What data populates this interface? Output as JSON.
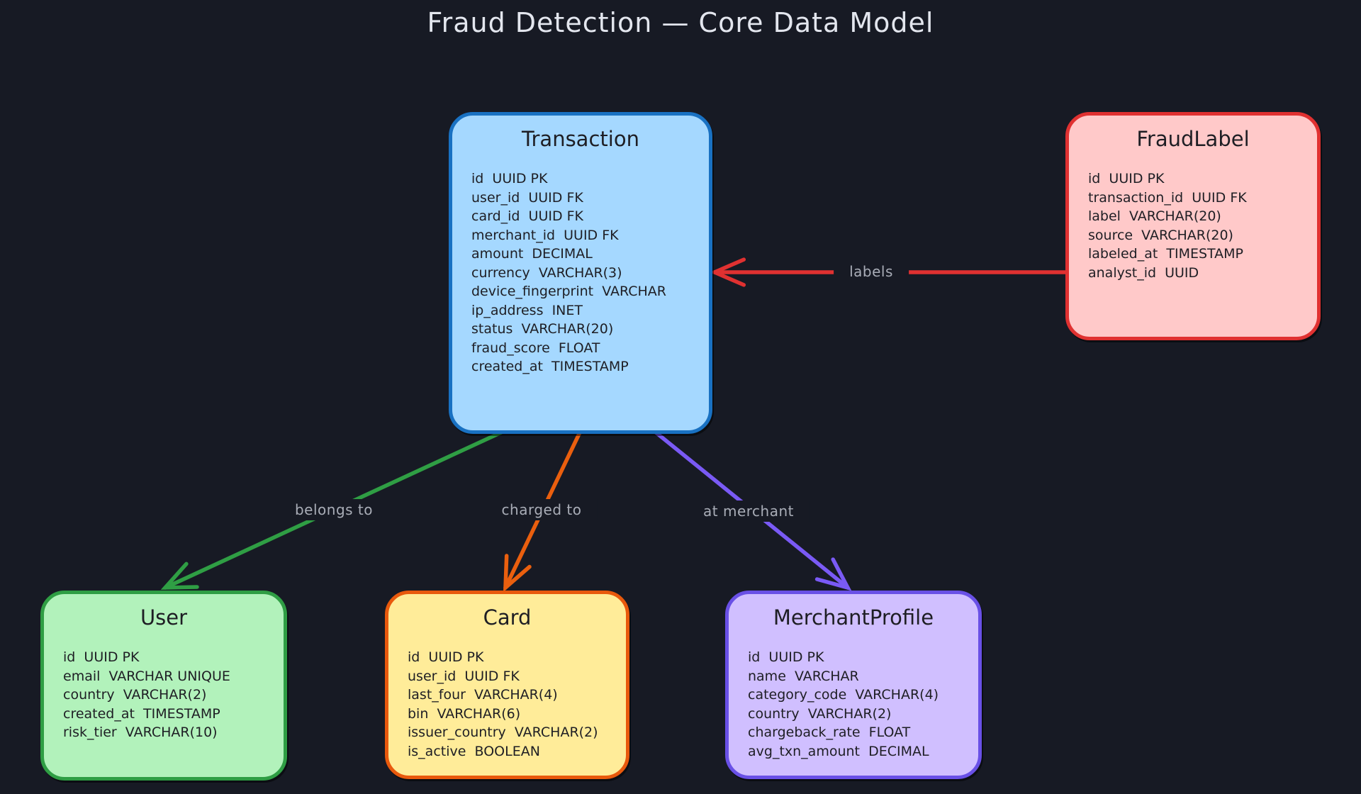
{
  "title": "Fraud Detection — Core Data Model",
  "canvas": {
    "background": "#171a24",
    "title_color": "#e3e6ee",
    "relation_label_color": "#a9adb7",
    "entity_text_color": "#1e1e24"
  },
  "entities": [
    {
      "id": "transaction",
      "name": "Transaction",
      "fill": "#a5d8ff",
      "border": "#1971c2",
      "fields": [
        "id  UUID PK",
        "user_id  UUID FK",
        "card_id  UUID FK",
        "merchant_id  UUID FK",
        "amount  DECIMAL",
        "currency  VARCHAR(3)",
        "device_fingerprint  VARCHAR",
        "ip_address  INET",
        "status  VARCHAR(20)",
        "fraud_score  FLOAT",
        "created_at  TIMESTAMP"
      ]
    },
    {
      "id": "fraud_label",
      "name": "FraudLabel",
      "fill": "#ffc9c9",
      "border": "#e03131",
      "fields": [
        "id  UUID PK",
        "transaction_id  UUID FK",
        "label  VARCHAR(20)",
        "source  VARCHAR(20)",
        "labeled_at  TIMESTAMP",
        "analyst_id  UUID"
      ]
    },
    {
      "id": "user",
      "name": "User",
      "fill": "#b2f2bb",
      "border": "#2f9e44",
      "fields": [
        "id  UUID PK",
        "email  VARCHAR UNIQUE",
        "country  VARCHAR(2)",
        "created_at  TIMESTAMP",
        "risk_tier  VARCHAR(10)"
      ]
    },
    {
      "id": "card",
      "name": "Card",
      "fill": "#ffec99",
      "border": "#e8590c",
      "fields": [
        "id  UUID PK",
        "user_id  UUID FK",
        "last_four  VARCHAR(4)",
        "bin  VARCHAR(6)",
        "issuer_country  VARCHAR(2)",
        "is_active  BOOLEAN"
      ]
    },
    {
      "id": "merchant_profile",
      "name": "MerchantProfile",
      "fill": "#d0bfff",
      "border": "#6950e6",
      "fields": [
        "id  UUID PK",
        "name  VARCHAR",
        "category_code  VARCHAR(4)",
        "country  VARCHAR(2)",
        "chargeback_rate  FLOAT",
        "avg_txn_amount  DECIMAL"
      ]
    }
  ],
  "relationships": [
    {
      "id": "labels",
      "label": "labels",
      "color": "#e03131",
      "from": "fraud_label",
      "to": "transaction"
    },
    {
      "id": "belongs-to",
      "label": "belongs to",
      "color": "#2f9e44",
      "from": "transaction",
      "to": "user"
    },
    {
      "id": "charged-to",
      "label": "charged to",
      "color": "#ea5f0e",
      "from": "transaction",
      "to": "card"
    },
    {
      "id": "at-merchant",
      "label": "at merchant",
      "color": "#7a5af5",
      "from": "transaction",
      "to": "merchant_profile"
    }
  ]
}
